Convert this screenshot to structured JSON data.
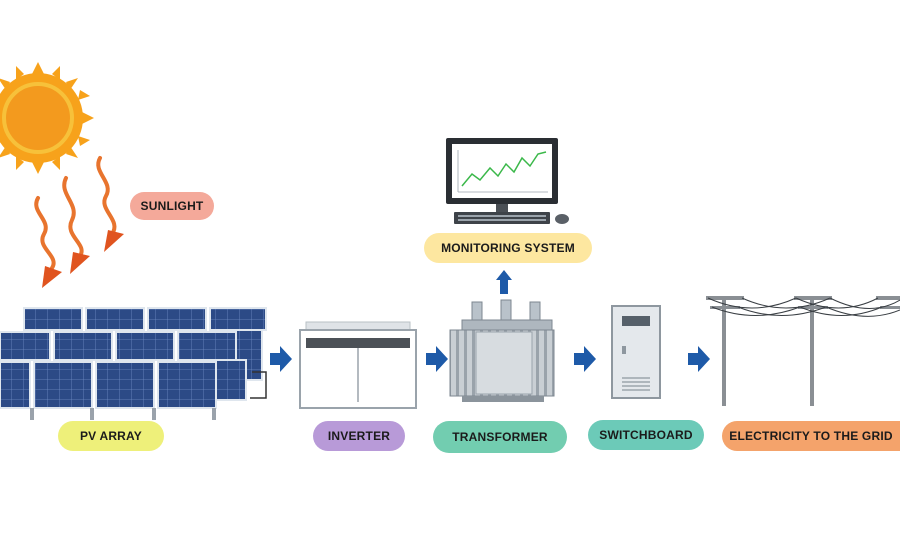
{
  "labels": {
    "sunlight": "SUNLIGHT",
    "monitoring_system": "MONITORING SYSTEM",
    "pv_array": "PV ARRAY",
    "inverter": "INVERTER",
    "transformer": "TRANSFORMER",
    "switchboard": "SWITCHBOARD",
    "grid": "ELECTRICITY TO THE GRID"
  },
  "icons": {
    "sun": "sun-icon",
    "rays": "sunlight-rays-icon",
    "pv": "solar-panel-icon",
    "inverter": "inverter-icon",
    "transformer": "transformer-icon",
    "switchboard": "switchboard-icon",
    "monitor": "computer-monitor-icon",
    "grid": "power-line-tower-icon",
    "arrow": "flow-arrow-icon"
  },
  "colors": {
    "sunlight": "#f4a99a",
    "monitoring_system": "#fde7a0",
    "pv_array": "#eef07a",
    "inverter": "#b89ad8",
    "transformer": "#72cdb0",
    "switchboard": "#6ccab8",
    "grid": "#f4a36b",
    "arrow": "#1e5aa8"
  }
}
